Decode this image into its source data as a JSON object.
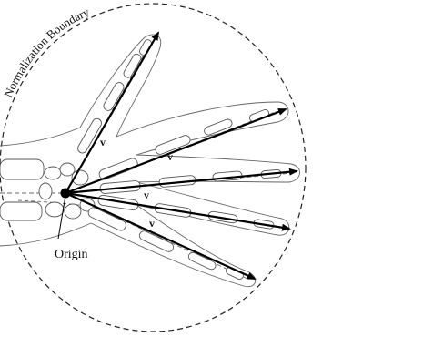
{
  "figure": {
    "boundary_label": "Normalization Boundary",
    "origin_label": "Origin",
    "vector_label": "v"
  }
}
